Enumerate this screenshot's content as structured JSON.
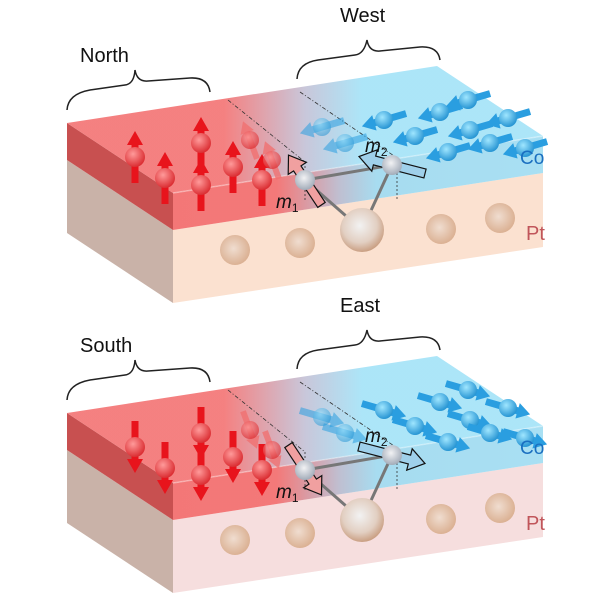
{
  "panels": [
    {
      "left_region_label": "North",
      "right_region_label": "West",
      "left_spin_direction": "up",
      "right_spin_direction": "left",
      "co_label": "Co",
      "pt_label": "Pt",
      "m1_label": "m",
      "m1_sub": "1",
      "m2_label": "m",
      "m2_sub": "2",
      "pt_color": "#fbe1d0"
    },
    {
      "left_region_label": "South",
      "right_region_label": "East",
      "left_spin_direction": "down",
      "right_spin_direction": "right",
      "co_label": "Co",
      "pt_label": "Pt",
      "m1_label": "m",
      "m1_sub": "1",
      "m2_label": "m",
      "m2_sub": "2",
      "pt_color": "#f6dede"
    }
  ],
  "colors": {
    "red": "#f47878",
    "blue": "#a8e4f8",
    "spin_red": "#e8141c",
    "spin_blue": "#2a9ee0"
  }
}
